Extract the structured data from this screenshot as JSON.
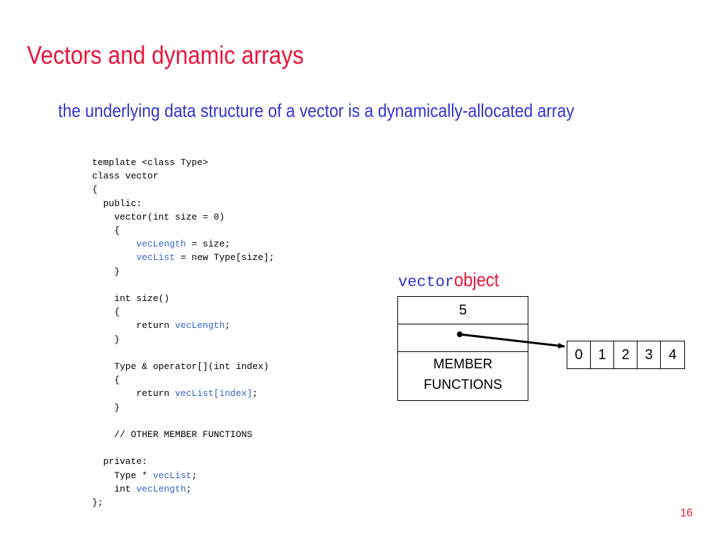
{
  "slide": {
    "title": "Vectors and dynamic arrays",
    "subtitle": "the underlying data structure of a vector is a dynamically-allocated array",
    "page_number": "16"
  },
  "colors": {
    "title": "#e8163c",
    "subtitle": "#3333cc",
    "code_text": "#000000",
    "code_highlight": "#3366cc"
  },
  "code": [
    [
      {
        "t": "template <class Type>"
      }
    ],
    [
      {
        "t": "class vector"
      }
    ],
    [
      {
        "t": "{"
      }
    ],
    [
      {
        "t": "  public:"
      }
    ],
    [
      {
        "t": "    vector(int size = 0)"
      }
    ],
    [
      {
        "t": "    {"
      }
    ],
    [
      {
        "t": "        "
      },
      {
        "t": "vecLength",
        "hl": true
      },
      {
        "t": " = size;"
      }
    ],
    [
      {
        "t": "        "
      },
      {
        "t": "vecList",
        "hl": true
      },
      {
        "t": " = new Type[size];"
      }
    ],
    [
      {
        "t": "    }"
      }
    ],
    [
      {
        "t": ""
      }
    ],
    [
      {
        "t": "    int size()"
      }
    ],
    [
      {
        "t": "    {"
      }
    ],
    [
      {
        "t": "        return "
      },
      {
        "t": "vecLength",
        "hl": true
      },
      {
        "t": ";"
      }
    ],
    [
      {
        "t": "    }"
      }
    ],
    [
      {
        "t": ""
      }
    ],
    [
      {
        "t": "    Type & operator[](int index)"
      }
    ],
    [
      {
        "t": "    {"
      }
    ],
    [
      {
        "t": "        return "
      },
      {
        "t": "vecList[index]",
        "hl": true
      },
      {
        "t": ";"
      }
    ],
    [
      {
        "t": "    }"
      }
    ],
    [
      {
        "t": ""
      }
    ],
    [
      {
        "t": "    // OTHER MEMBER FUNCTIONS"
      }
    ],
    [
      {
        "t": ""
      }
    ],
    [
      {
        "t": "  private:"
      }
    ],
    [
      {
        "t": "    Type * "
      },
      {
        "t": "vecList",
        "hl": true
      },
      {
        "t": ";"
      }
    ],
    [
      {
        "t": "    int "
      },
      {
        "t": "vecLength",
        "hl": true
      },
      {
        "t": ";"
      }
    ],
    [
      {
        "t": "};"
      }
    ]
  ],
  "diagram": {
    "object_label_mono": "vector",
    "object_label_word": "object",
    "size_value": "5",
    "member_lines": [
      "MEMBER",
      "FUNCTIONS"
    ],
    "array_cells": [
      "0",
      "1",
      "2",
      "3",
      "4"
    ]
  }
}
